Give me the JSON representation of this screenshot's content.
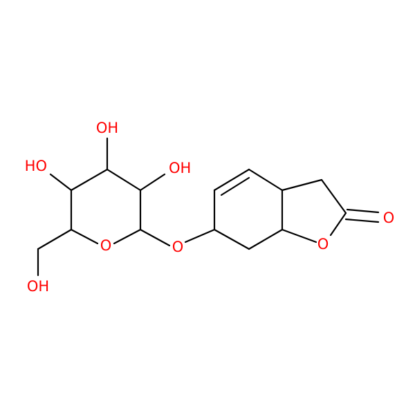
{
  "structure": {
    "atom_labels": {
      "oh_top": "OH",
      "oh_left": "HO",
      "oh_right": "OH",
      "oh_bottom": "OH",
      "ring_oxygen": "O",
      "ether_oxygen": "O",
      "lactone_oxygen": "O",
      "carbonyl_oxygen": "O"
    },
    "colors": {
      "bond": "#000000",
      "heteroatom": "#ff0000",
      "background": "#ffffff"
    }
  }
}
